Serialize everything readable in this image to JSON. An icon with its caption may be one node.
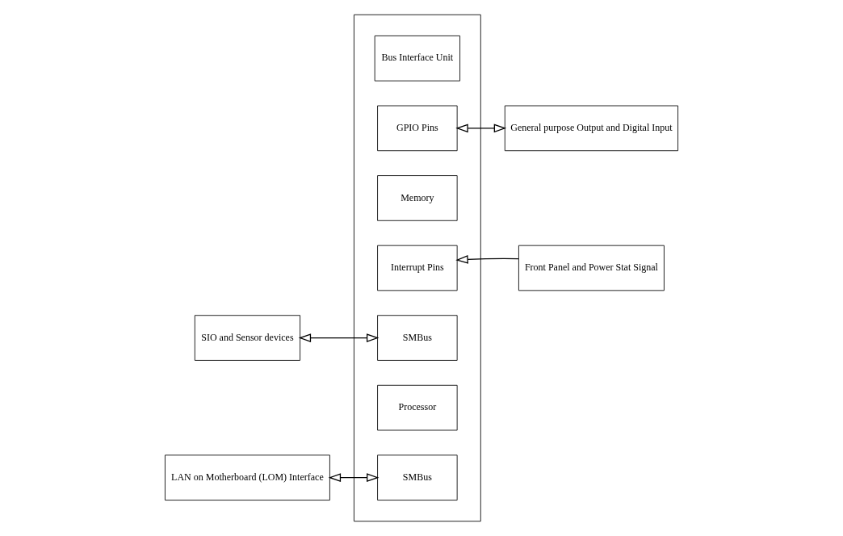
{
  "diagram": {
    "nodes": [
      {
        "text": [],
        "shape": "box"
      },
      {
        "text": [
          "Bus Interface Unit"
        ],
        "in": 0
      },
      {
        "text": [
          "GPIO Pins"
        ],
        "in": 0
      },
      {
        "text": [
          "General purpose Output and Digital Input"
        ]
      },
      {
        "text": [
          "Memory"
        ],
        "in": 0
      },
      {
        "text": [
          "Interrupt Pins"
        ],
        "in": 0
      },
      {
        "text": [
          "Front Panel and Power Stat Signal"
        ]
      },
      {
        "text": [
          "SIO and Sensor devices"
        ]
      },
      {
        "text": [
          "SMBus"
        ],
        "in": 0
      },
      {
        "text": [
          "Processor"
        ],
        "in": 0
      },
      {
        "text": [
          "LAN on Motherboard (LOM) Interface"
        ]
      },
      {
        "text": [
          "SMBus"
        ],
        "in": 0
      }
    ],
    "edges": [
      {
        "from": 2,
        "to": 3,
        "arrow": "both"
      },
      {
        "from": 6,
        "to": 5,
        "arrow": "to"
      },
      {
        "from": 7,
        "to": 8,
        "arrow": "both"
      },
      {
        "from": 10,
        "to": 11,
        "arrow": "both"
      }
    ]
  }
}
